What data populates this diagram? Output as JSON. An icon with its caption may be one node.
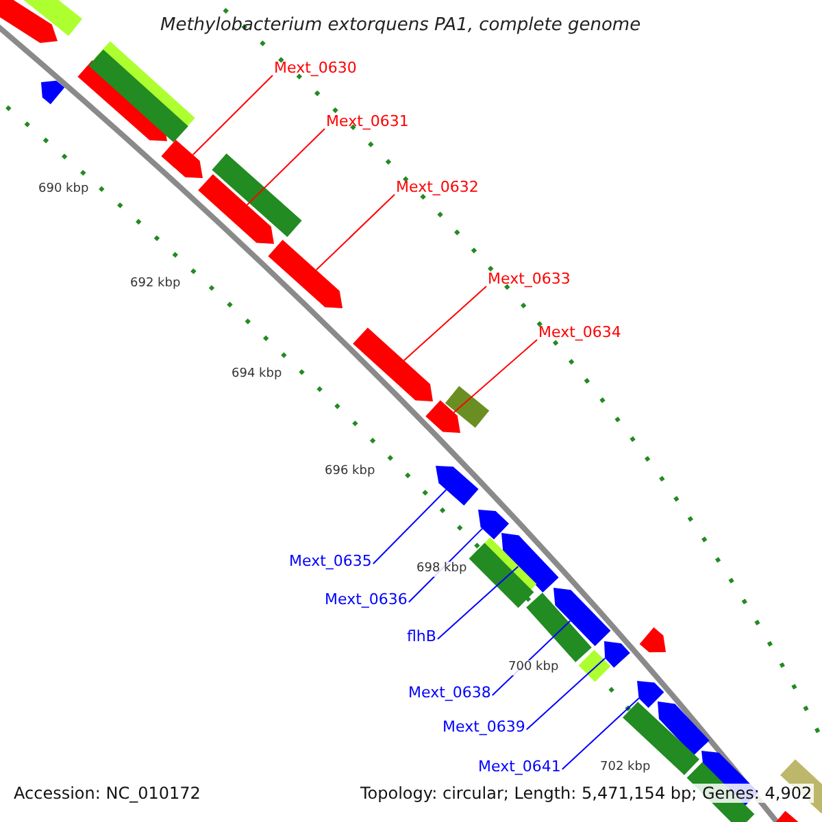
{
  "diagram": {
    "title": "Methylobacterium extorquens PA1, complete genome",
    "nodes": [
      {
        "text": [
          "Mext_0630"
        ]
      },
      {
        "text": [
          "Mext_0631"
        ]
      },
      {
        "text": [
          "Mext_0632"
        ]
      },
      {
        "text": [
          "Mext_0633"
        ]
      },
      {
        "text": [
          "Mext_0634"
        ]
      },
      {
        "text": [
          "Mext_0635"
        ]
      },
      {
        "text": [
          "Mext_0636"
        ]
      },
      {
        "text": [
          "flhB"
        ]
      },
      {
        "text": [
          "Mext_0638"
        ]
      },
      {
        "text": [
          "Mext_0639"
        ]
      },
      {
        "text": [
          "Mext_0641"
        ]
      },
      {
        "text": [],
        "shape": "bar"
      },
      {
        "text": [],
        "shape": "bar"
      },
      {
        "text": [],
        "shape": "bar"
      },
      {
        "text": [],
        "shape": "bar"
      },
      {
        "text": [],
        "shape": "bar"
      },
      {
        "text": [],
        "shape": "bar"
      },
      {
        "text": [],
        "shape": "bar"
      },
      {
        "text": [],
        "shape": "bar"
      },
      {
        "text": [],
        "shape": "bar"
      },
      {
        "text": [],
        "shape": "bar"
      },
      {
        "text": [],
        "shape": "bar"
      },
      {
        "text": [],
        "shape": "bar"
      },
      {
        "text": [],
        "shape": "bar"
      },
      {
        "text": [],
        "shape": "bar"
      },
      {
        "text": [],
        "shape": "bar"
      },
      {
        "text": [],
        "shape": "bar"
      },
      {
        "text": [],
        "shape": "bar"
      },
      {
        "text": [],
        "shape": "bar"
      },
      {
        "text": [],
        "shape": "bar"
      },
      {
        "text": [],
        "shape": "bar"
      },
      {
        "text": [],
        "shape": "bar"
      },
      {
        "text": [],
        "shape": "bar"
      },
      {
        "text": [],
        "shape": "bar"
      },
      {
        "text": [],
        "shape": "bar"
      },
      {
        "text": [],
        "shape": "bar"
      },
      {
        "text": [],
        "shape": "bar"
      },
      {
        "text": [],
        "shape": "bar"
      },
      {
        "text": [],
        "shape": "bar"
      }
    ],
    "edges": [
      {
        "from": 0,
        "to": 16,
        "arrow": "none",
        "color": "#ff0000"
      },
      {
        "from": 1,
        "to": 17,
        "arrow": "none",
        "color": "#ff0000"
      },
      {
        "from": 2,
        "to": 19,
        "arrow": "none",
        "color": "#ff0000"
      },
      {
        "from": 3,
        "to": 20,
        "arrow": "none",
        "color": "#ff0000"
      },
      {
        "from": 4,
        "to": 22,
        "arrow": "none",
        "color": "#ff0000"
      },
      {
        "from": 5,
        "to": 23,
        "arrow": "none"
      },
      {
        "from": 6,
        "to": 24,
        "arrow": "none"
      },
      {
        "from": 7,
        "to": 25,
        "arrow": "none"
      },
      {
        "from": 8,
        "to": 27,
        "arrow": "none"
      },
      {
        "from": 9,
        "to": 30,
        "arrow": "none"
      },
      {
        "from": 10,
        "to": 32,
        "arrow": "none"
      }
    ],
    "labels": [
      "690 kbp",
      "692 kbp",
      "694 kbp",
      "696 kbp",
      "698 kbp",
      "700 kbp",
      "702 kbp",
      "Accession: NC_010172",
      "Topology: circular; Length: 5,471,154 bp; Genes: 4,902"
    ]
  }
}
